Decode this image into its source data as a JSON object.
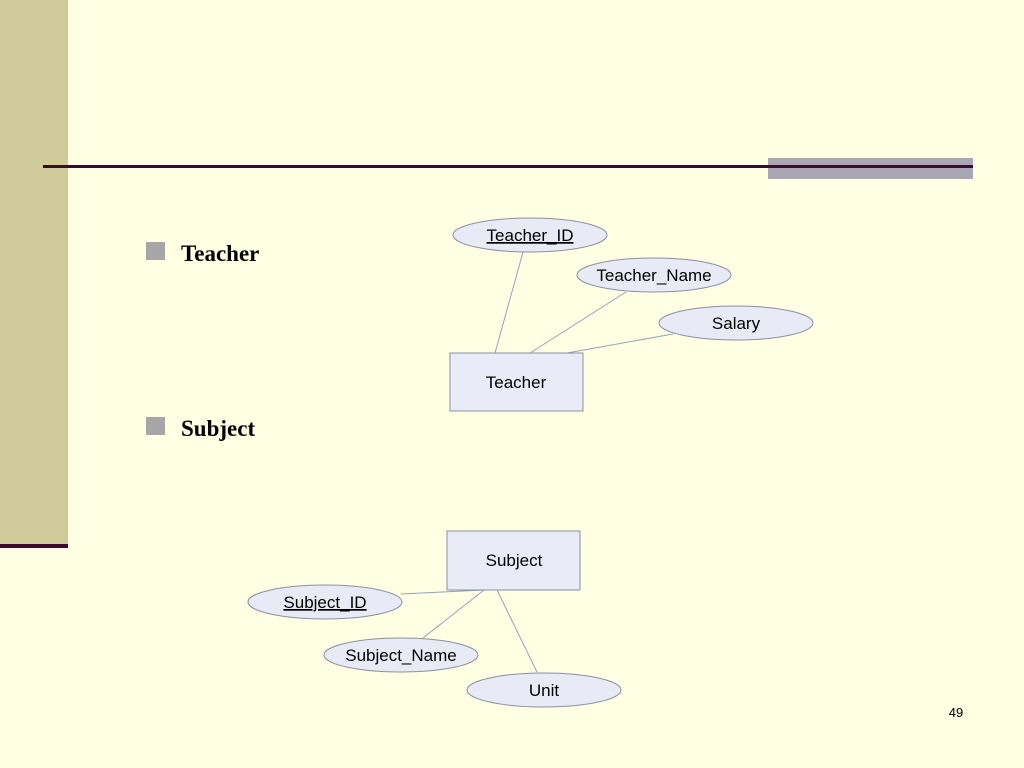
{
  "bullets": [
    {
      "text": "Teacher"
    },
    {
      "text": "Subject"
    }
  ],
  "diagram": {
    "teacher": {
      "entity": "Teacher",
      "attributes": [
        {
          "name": "Teacher_ID",
          "primary_key": true
        },
        {
          "name": "Teacher_Name",
          "primary_key": false
        },
        {
          "name": "Salary",
          "primary_key": false
        }
      ]
    },
    "subject": {
      "entity": "Subject",
      "attributes": [
        {
          "name": "Subject_ID",
          "primary_key": true
        },
        {
          "name": "Subject_Name",
          "primary_key": false
        },
        {
          "name": "Unit",
          "primary_key": false
        }
      ]
    }
  },
  "slide": {
    "page_number": "49"
  },
  "colors": {
    "background": "#FFFFE3",
    "sidebar": "#CFCB9B",
    "rule": "#3B0B2E",
    "accent_bar": "#A9A7B3",
    "shape_fill": "#E8EAF6",
    "shape_stroke": "#8C8FA3",
    "connector": "#94A3BA"
  }
}
